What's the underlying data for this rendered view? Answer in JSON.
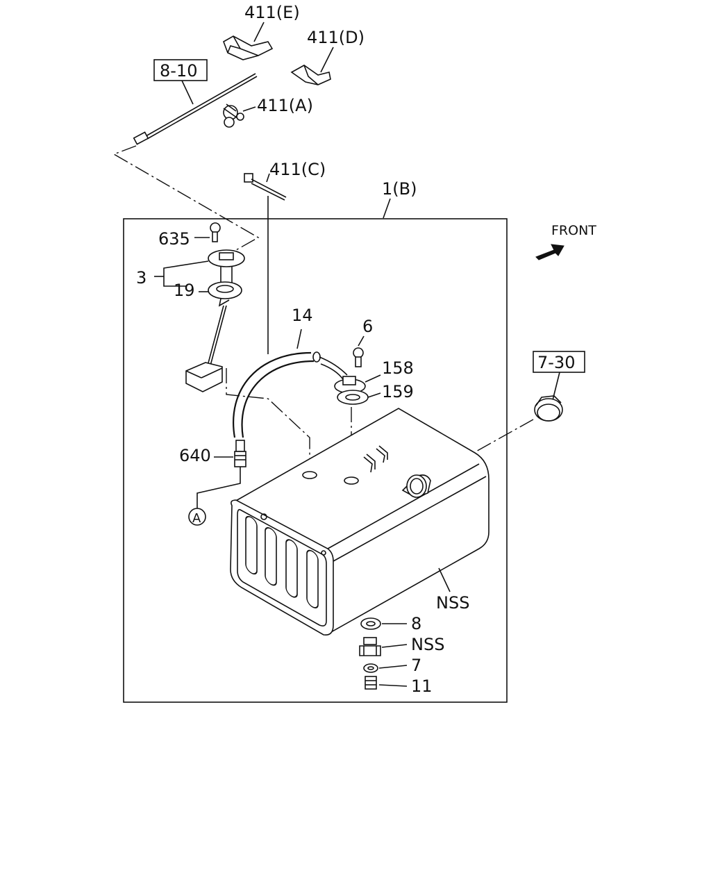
{
  "labels": {
    "p411e": "411(E)",
    "p411d": "411(D)",
    "ref810": "8-10",
    "p411a": "411(A)",
    "p411c": "411(C)",
    "p1b": "1(B)",
    "front": "FRONT",
    "p635": "635",
    "p3": "3",
    "p19": "19",
    "p14": "14",
    "p6": "6",
    "p158": "158",
    "p159": "159",
    "ref730": "7-30",
    "p640": "640",
    "circleA": "A",
    "nss1": "NSS",
    "p8": "8",
    "nss2": "NSS",
    "p7": "7",
    "p11": "11"
  }
}
